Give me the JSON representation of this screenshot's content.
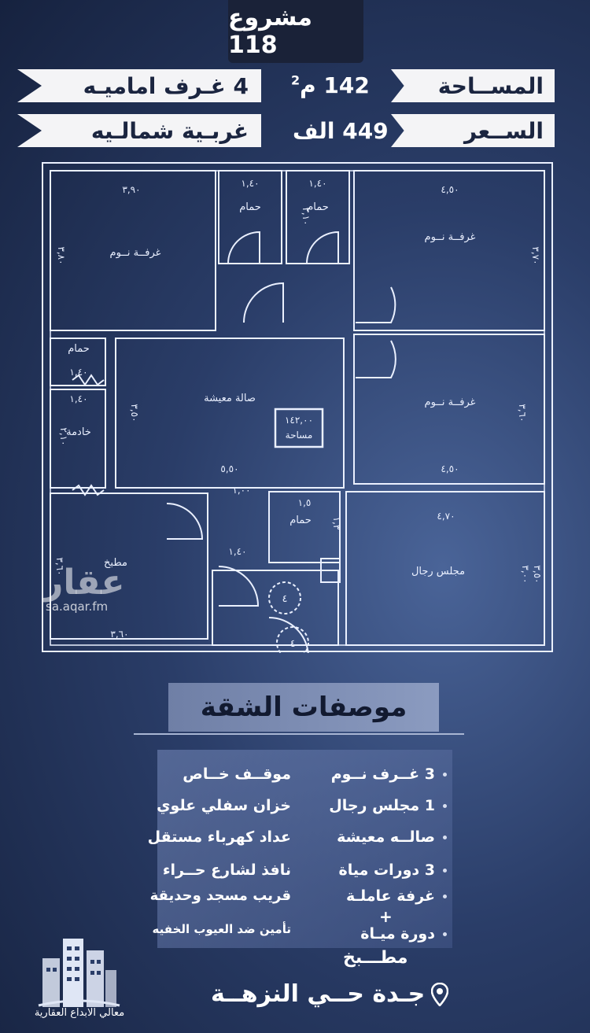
{
  "header": {
    "project_title": "مشروع 118",
    "area_label": "المســاحة",
    "area_value": "142 م",
    "area_unit_sup": "2",
    "price_label": "الســعر",
    "price_value": "449 الف",
    "rooms_tag": "4 غـرف اماميـه",
    "direction_tag": "غربـية شمالـيه"
  },
  "floor_plan": {
    "rooms": {
      "bedroom_1": "غرفــة نــوم",
      "bedroom_2": "غرفــة نــوم",
      "bedroom_3": "غرفــة نــوم",
      "bath_1": "حمام",
      "bath_2": "حمام",
      "bath_3": "حمام",
      "bath_4": "حمام",
      "maid": "خادمة",
      "living": "صالة معيشة",
      "kitchen": "مطبخ",
      "majlis": "مجلس رجال"
    },
    "area_badge_value": "١٤٢,٠٠",
    "area_badge_label": "مساحة",
    "dimensions": {
      "d_390": "٣,٩٠",
      "d_380": "٣,٨٠",
      "d_140a": "١,٤٠",
      "d_140b": "١,٤٠",
      "d_210": "٢,١٠",
      "d_450a": "٤,٥٠",
      "d_370": "٣,٧٠",
      "d_140c": "١,٤٠",
      "d_140d": "١,٤٠",
      "d_210b": "٢,١٠",
      "d_350": "٣,٥٠",
      "d_550": "٥,٥٠",
      "d_100": "١,٠٠",
      "d_450b": "٤,٥٠",
      "d_360": "٣,٦٠",
      "d_150": "١,٥",
      "d_140e": "١,٤٠",
      "d_470": "٤,٧٠",
      "d_360k": "٣,٦٠",
      "d_360b": "٣,٦٠",
      "d_300": "٣,٠٠",
      "d_130": "١,٣",
      "d_350b": "٣,٥٠"
    },
    "stair_marks": [
      "٤",
      "٤"
    ]
  },
  "watermark": {
    "arabic": "عقار",
    "url": "sa.aqar.fm"
  },
  "specs": {
    "title": "موصفات الشقة",
    "left_column": [
      "3 غــرف نــوم",
      "1 مجلس رجال",
      "صالــه معيشة",
      "3 دورات مياة",
      "غرفة عاملـة",
      "دورة ميـاة"
    ],
    "plus_sign": "+",
    "kitchen": "مطـــبخ",
    "right_column": [
      "موقــف خــاص",
      "خزان سفلي علوي",
      "عداد كهرباء مستقل",
      "نافذ لشارع حــراء",
      "قريب مسجد وحديقة",
      "تأمين ضد العيوب الخفيه"
    ]
  },
  "location": {
    "text": "جـدة حــي النزهــة",
    "icon": "location-pin-icon"
  },
  "brand": {
    "name": "معالي الابداع العقارية",
    "icon": "buildings-logo-icon"
  },
  "colors": {
    "background_dark": "#16223f",
    "background_mid": "#2a3d68",
    "tag_bg": "#f4f4f6",
    "tag_text": "#1b2540",
    "title_box": "#1a2238",
    "plan_lines": "#eaf0ff"
  }
}
